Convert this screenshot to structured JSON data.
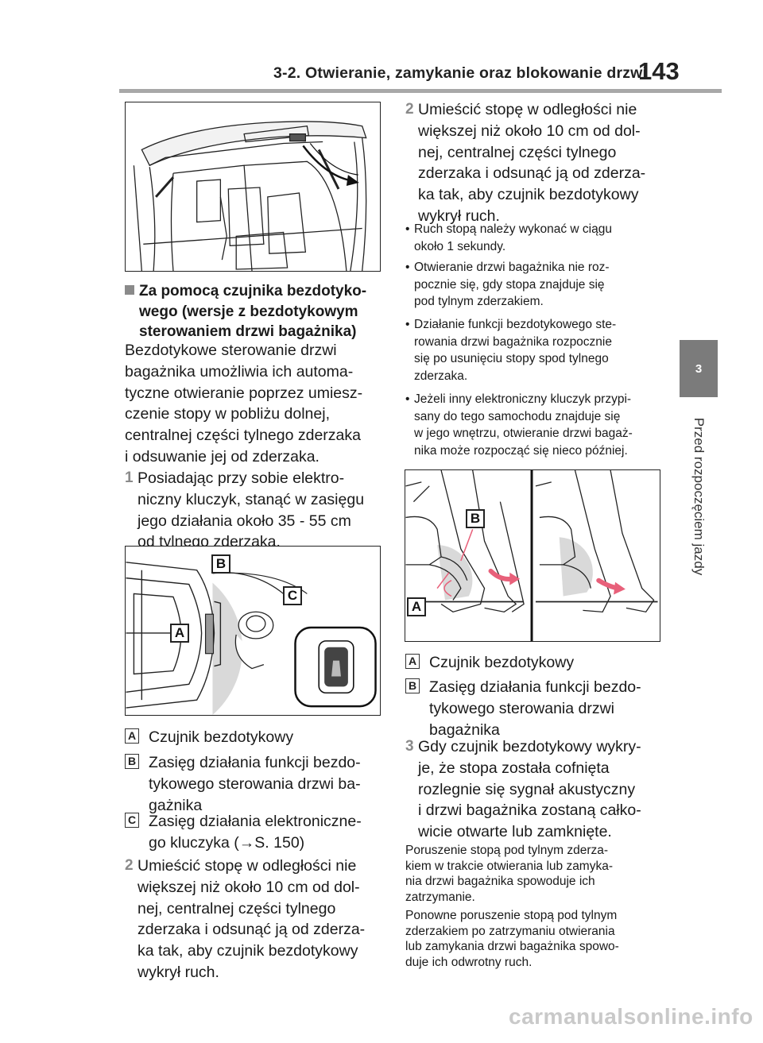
{
  "header": {
    "title": "3-2. Otwieranie, zamykanie oraz blokowanie drzwi",
    "page_number": "143"
  },
  "side_tab": {
    "chapter": "3",
    "label": "Przed rozpoczęciem jazdy"
  },
  "section": {
    "heading_line1": "Za pomocą czujnika bezdotyko-",
    "heading_line2": "wego (wersje z bezdotykowym",
    "heading_line3": "sterowaniem drzwi bagażnika)",
    "intro": "Bezdotykowe sterowanie drzwi\nbagażnika umożliwia ich automa-\ntyczne otwieranie poprzez umiesz-\nczenie stopy w pobliżu dolnej,\ncentralnej części tylnego zderzaka\ni odsuwanie jej od zderzaka."
  },
  "steps": [
    {
      "num": "1",
      "text": "Posiadając przy sobie elektro-\nniczny kluczyk, stanąć w zasięgu\njego działania około 35 - 55 cm\nod tylnego zderzaka."
    },
    {
      "num": "2",
      "text": "Umieścić stopę w odległości nie\nwiększej niż około 10 cm od dol-\nnej, centralnej części tylnego\nzderzaka i odsunąć ją od zderza-\nka tak, aby czujnik bezdotykowy\nwykrył ruch."
    },
    {
      "num": "2",
      "text": "Umieścić stopę w odległości nie\nwiększej niż około 10 cm od dol-\nnej, centralnej części tylnego\nzderzaka i odsunąć ją od zderza-\nka tak, aby czujnik bezdotykowy\nwykrył ruch."
    },
    {
      "num": "3",
      "text": "Gdy czujnik bezdotykowy wykry-\nje, że stopa została cofnięta\nrozlegnie się sygnał akustyczny\ni drzwi bagażnika zostaną całko-\nwicie otwarte lub zamknięte."
    }
  ],
  "legend_left": [
    {
      "badge": "A",
      "text": "Czujnik bezdotykowy"
    },
    {
      "badge": "B",
      "text": "Zasięg działania funkcji bezdo-\ntykowego sterowania drzwi ba-\ngażnika"
    },
    {
      "badge": "C",
      "text": "Zasięg działania elektroniczne-\ngo kluczyka (→S. 150)"
    }
  ],
  "legend_right": [
    {
      "badge": "A",
      "text": "Czujnik bezdotykowy"
    },
    {
      "badge": "B",
      "text": "Zasięg działania funkcji bezdo-\ntykowego sterowania drzwi\nbagażnika"
    }
  ],
  "bullets": [
    "Ruch stopą należy wykonać w ciągu\nokoło 1 sekundy.",
    "Otwieranie drzwi bagażnika nie roz-\npocznie się, gdy stopa znajduje się\npod tylnym zderzakiem.",
    "Działanie funkcji bezdotykowego ste-\nrowania drzwi bagażnika rozpocznie\nsię po usunięciu stopy spod tylnego\nzderzaka.",
    "Jeżeli inny elektroniczny kluczyk przypi-\nsany do tego samochodu znajduje się\nw jego wnętrzu, otwieranie drzwi bagaż-\nnika może rozpocząć się nieco później."
  ],
  "bullet_symbol": "•",
  "notes": [
    "Poruszenie stopą pod tylnym zderza-\nkiem w trakcie otwierania lub zamyka-\nnia drzwi bagażnika spowoduje ich\nzatrzymanie.",
    "Ponowne poruszenie stopą pod tylnym\nzderzakiem po zatrzymaniu otwierania\nlub zamykania drzwi bagażnika spowo-\nduje ich odwrotny ruch."
  ],
  "figure_labels": {
    "sensor_fig": {
      "a": "A",
      "b": "B",
      "c": "C"
    },
    "foot_fig": {
      "a": "A",
      "b": "B"
    }
  },
  "watermark": "carmanualsonline.info",
  "colors": {
    "accent_gray": "#8a8a8a",
    "tab_gray": "#7b7b7b",
    "zone_gray": "#d9d9d9",
    "arrow_pink": "#e8607a"
  }
}
